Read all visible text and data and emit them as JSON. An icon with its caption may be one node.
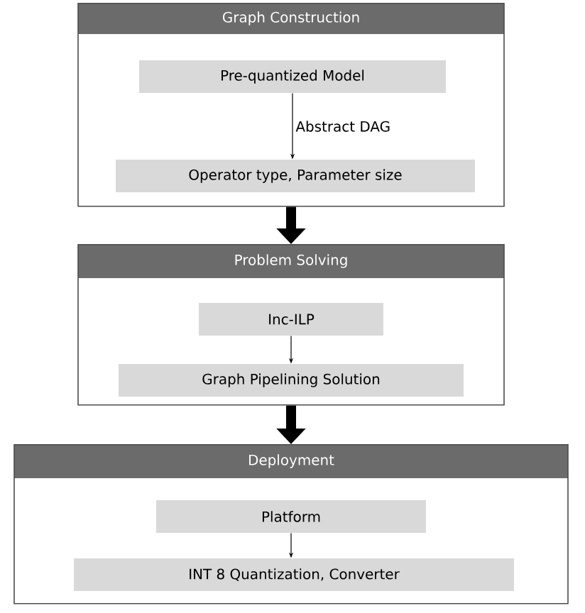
{
  "diagram": {
    "nodes": [
      {
        "text": [
          "Graph Construction"
        ]
      },
      {
        "text": [
          "Pre-quantized Model"
        ],
        "in": 0
      },
      {
        "text": [
          "Operator type, Parameter size"
        ],
        "in": 0
      },
      {
        "text": [
          "Problem Solving"
        ]
      },
      {
        "text": [
          "Inc-ILP"
        ],
        "in": 3
      },
      {
        "text": [
          "Graph Pipelining Solution"
        ],
        "in": 3
      },
      {
        "text": [
          "Deployment"
        ]
      },
      {
        "text": [
          "Platform"
        ],
        "in": 6
      },
      {
        "text": [
          "INT 8 Quantization, Converter"
        ],
        "in": 6
      }
    ],
    "edges": [
      {
        "from": 1,
        "to": 2,
        "arrow": "to",
        "label": "Abstract DAG"
      },
      {
        "from": 0,
        "to": 3,
        "arrow": "to",
        "style": "thick"
      },
      {
        "from": 4,
        "to": 5,
        "arrow": "to"
      },
      {
        "from": 3,
        "to": 6,
        "arrow": "to",
        "style": "thick"
      },
      {
        "from": 7,
        "to": 8,
        "arrow": "to"
      }
    ]
  }
}
